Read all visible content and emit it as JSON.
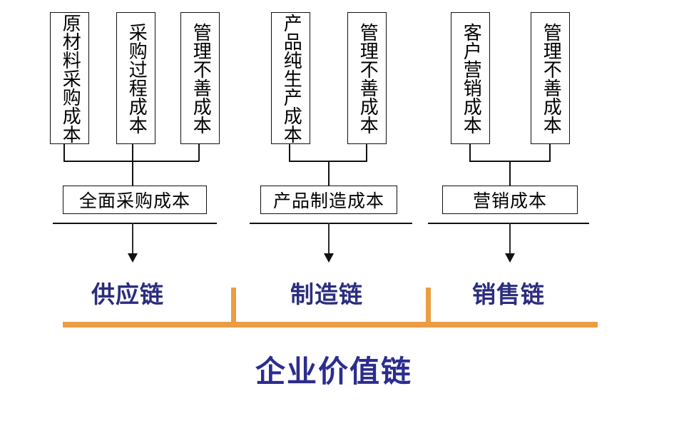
{
  "diagram": {
    "title": "企业价值链",
    "accent_color": "#eb9d43",
    "label_color": "#2b2d7e",
    "title_color": "#2b2d8f",
    "box_border_color": "#111111",
    "groups": [
      {
        "id": "supply",
        "chain_label": "供应链",
        "summary": "全面采购成本",
        "components": [
          "原材料采购成本",
          "采购过程成本",
          "管理不善成本"
        ]
      },
      {
        "id": "manufacture",
        "chain_label": "制造链",
        "summary": "产品制造成本",
        "components": [
          "产品纯生产成本",
          "管理不善成本"
        ]
      },
      {
        "id": "sales",
        "chain_label": "销售链",
        "summary": "营销成本",
        "components": [
          "客户营销成本",
          "管理不善成本"
        ]
      }
    ]
  }
}
